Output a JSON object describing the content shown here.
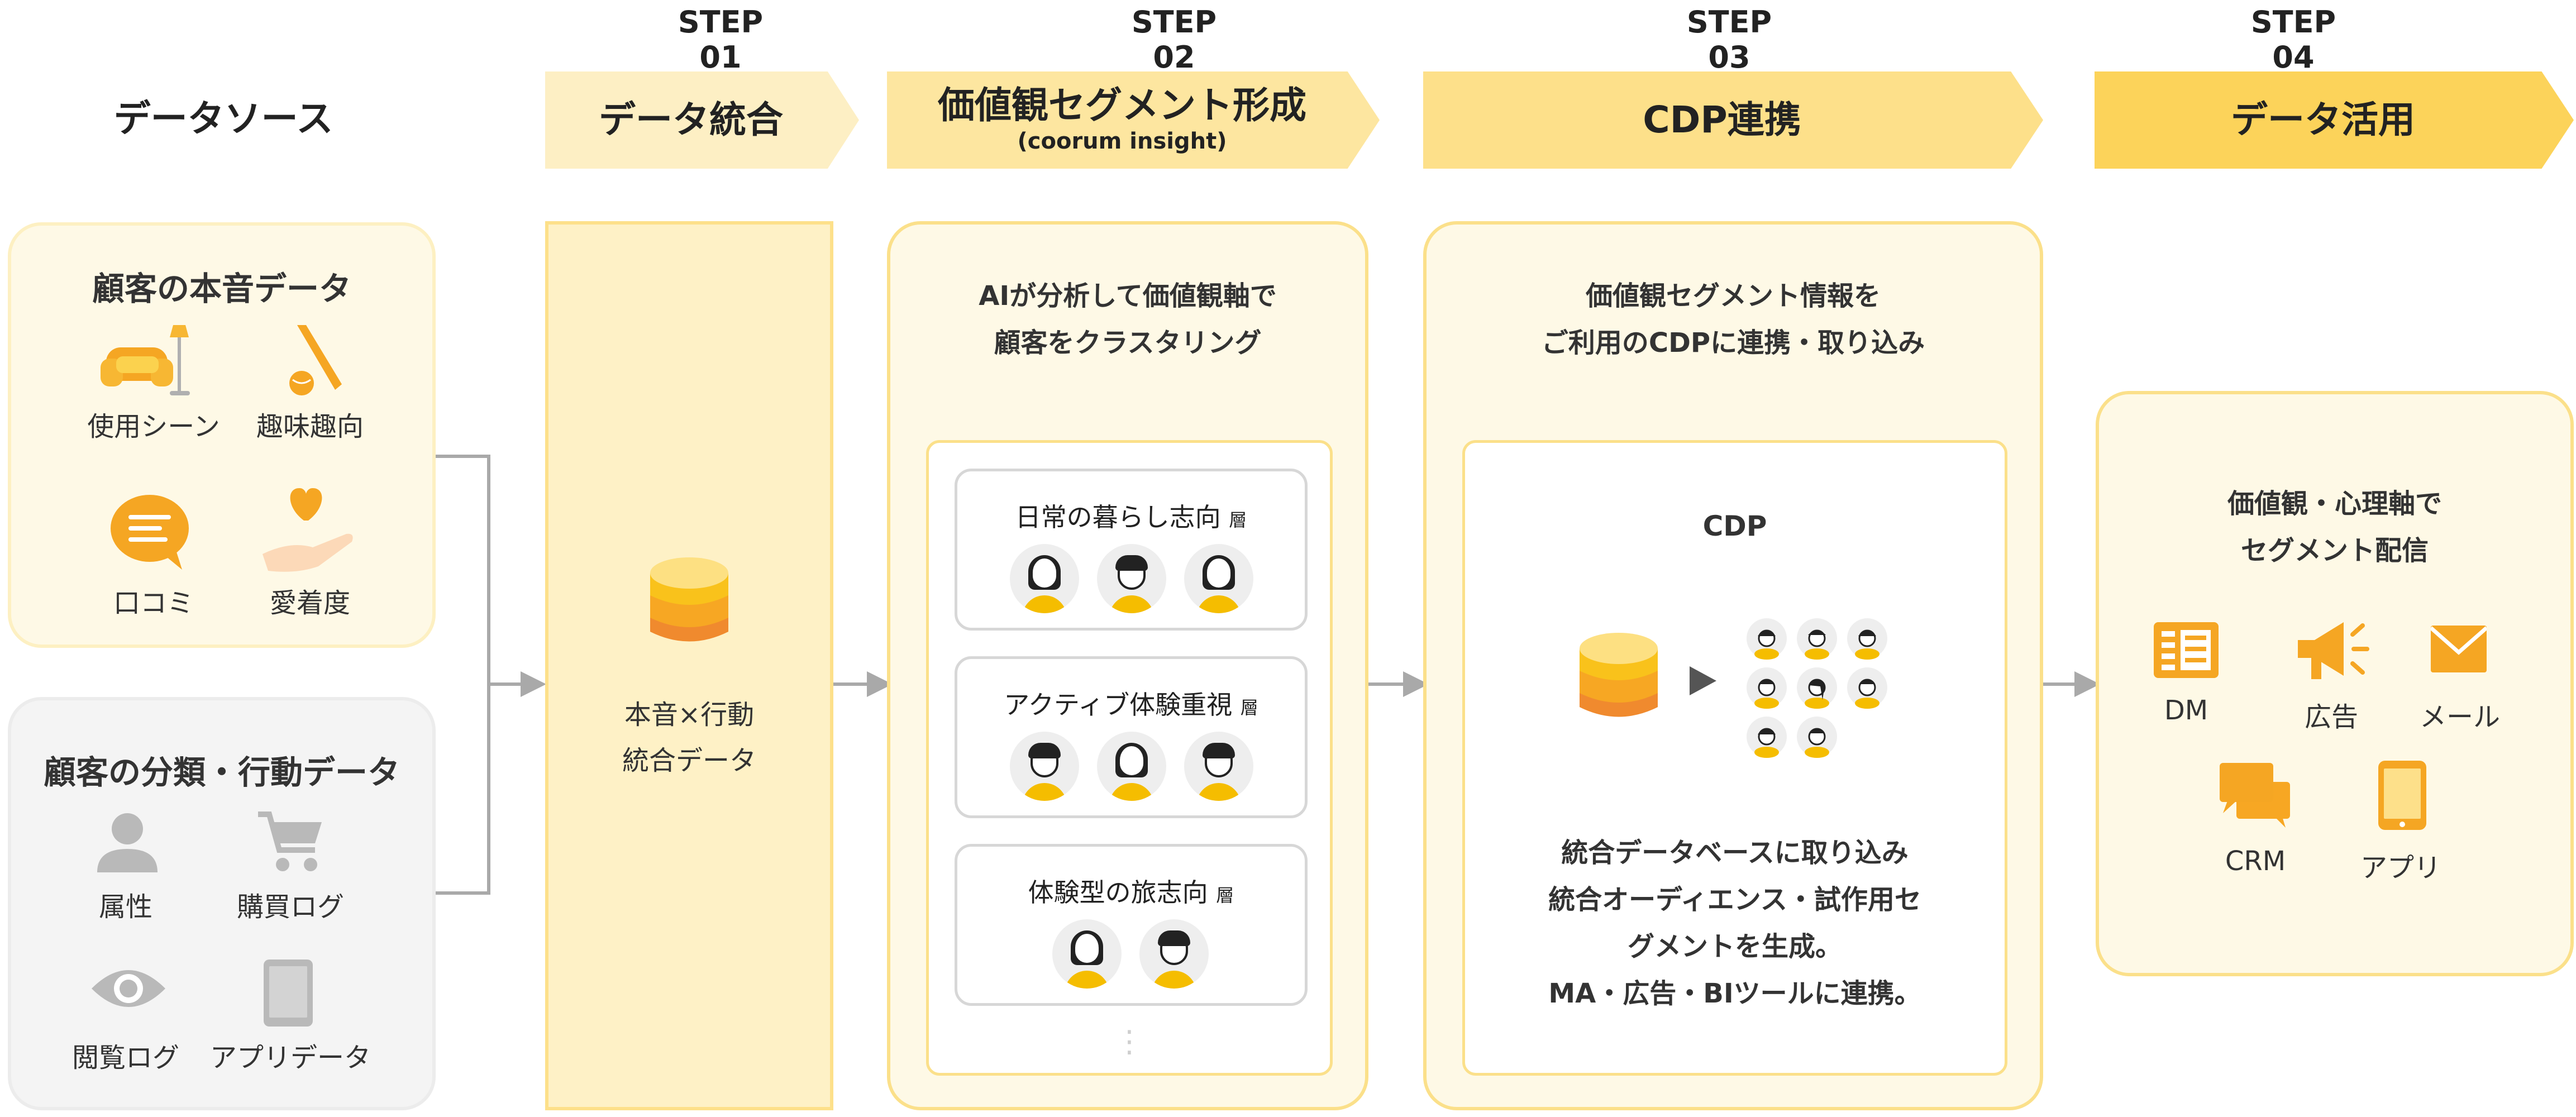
{
  "steps": {
    "s1": {
      "num": "STEP 01",
      "title": "データ統合"
    },
    "s2": {
      "num": "STEP 02",
      "title": "価値観セグメント形成",
      "subtitle": "(coorum insight)"
    },
    "s3": {
      "num": "STEP 03",
      "title": "CDP連携"
    },
    "s4": {
      "num": "STEP 04",
      "title": "データ活用"
    }
  },
  "datasource": {
    "header": "データソース",
    "voice": {
      "title": "顧客の本音データ",
      "items": [
        "使用シーン",
        "趣味趣向",
        "口コミ",
        "愛着度"
      ]
    },
    "behavior": {
      "title": "顧客の分類・行動データ",
      "items": [
        "属性",
        "購買ログ",
        "閲覧ログ",
        "アプリデータ"
      ]
    }
  },
  "integration": {
    "line1": "本音×行動",
    "line2": "統合データ"
  },
  "segment": {
    "desc1": "AIが分析して価値観軸で",
    "desc2": "顧客をクラスタリング",
    "groups": [
      {
        "name": "日常の暮らし志向",
        "suffix": "層"
      },
      {
        "name": "アクティブ体験重視",
        "suffix": "層"
      },
      {
        "name": "体験型の旅志向",
        "suffix": "層"
      }
    ],
    "more": "⋮"
  },
  "cdp": {
    "desc1": "価値観セグメント情報を",
    "desc2": "ご利用のCDPに連携・取り込み",
    "box_title": "CDP",
    "text1": "統合データベースに取り込み",
    "text2": "統合オーディエンス・試作用セ",
    "text3": "グメントを生成。",
    "text4": "MA・広告・BIツールに連携。"
  },
  "usage": {
    "desc1": "価値観・心理軸で",
    "desc2": "セグメント配信",
    "channels": [
      "DM",
      "広告",
      "メール",
      "CRM",
      "アプリ"
    ]
  },
  "colors": {
    "banner1": "#fdefc4",
    "banner2": "#fde6a0",
    "banner3": "#fde08a",
    "banner4": "#fcd35a",
    "card_fill": "#fef9e6",
    "card_border": "#fbe08a",
    "accent": "#f5a623",
    "gray_card": "#f4f4f4",
    "gray_icon": "#b9b9b9"
  }
}
